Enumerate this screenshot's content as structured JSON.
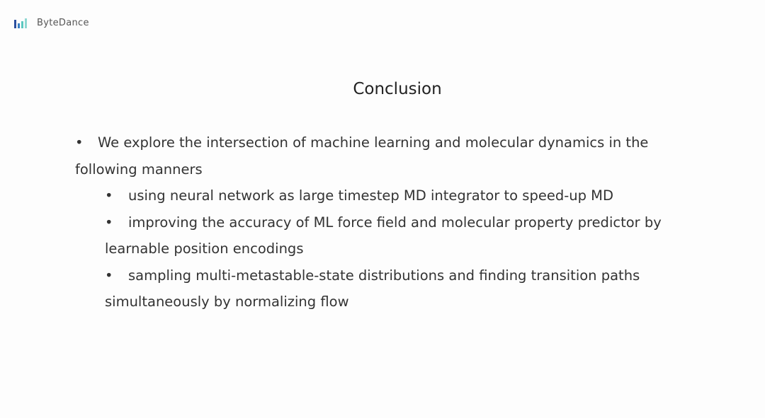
{
  "header": {
    "logo_text": "ByteDance"
  },
  "slide": {
    "title": "Conclusion",
    "bullets": [
      {
        "level": 1,
        "text": "We explore the intersection of machine learning and molecular dynamics in the following manners"
      },
      {
        "level": 2,
        "text": "using neural network as large timestep MD integrator to speed-up MD"
      },
      {
        "level": 2,
        "text": "improving the accuracy of ML force field and molecular property predictor by learnable position encodings"
      },
      {
        "level": 2,
        "text": "sampling multi-metastable-state distributions and finding transition paths simultaneously by normalizing flow"
      }
    ],
    "bullet_glyph": "•"
  },
  "colors": {
    "logo_dark": "#2b4f9e",
    "logo_mid": "#3a7fc4",
    "logo_teal": "#5cc8c0"
  }
}
